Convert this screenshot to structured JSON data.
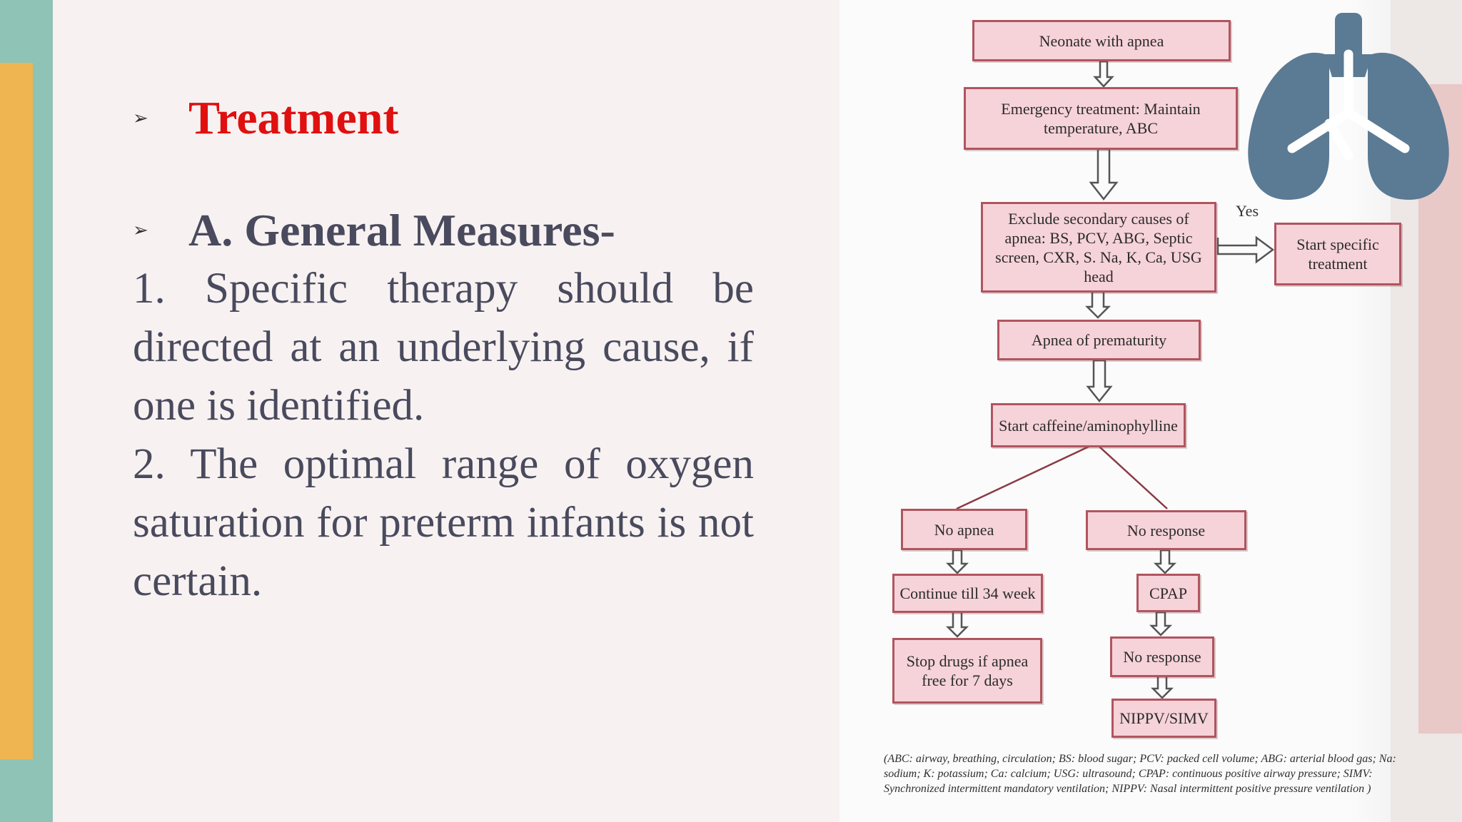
{
  "slide": {
    "heading": "Treatment",
    "subheading": "A. General Measures-",
    "paragraph_1": "1. Specific therapy should be directed at an underlying cause, if one is identified.",
    "paragraph_2": "2. The optimal range of oxygen saturation for preterm infants is not certain.",
    "bullet_glyph": "➢"
  },
  "flowchart": {
    "nodes": {
      "neonate": "Neonate with apnea",
      "emergency": "Emergency treatment: Maintain temperature, ABC",
      "exclude": "Exclude secondary causes of apnea: BS, PCV, ABG, Septic screen, CXR, S. Na, K, Ca, USG head",
      "specific": "Start specific treatment",
      "prematurity": "Apnea of prematurity",
      "caffeine": "Start caffeine/aminophylline",
      "no_apnea": "No apnea",
      "no_response_1": "No response",
      "continue": "Continue till 34 week",
      "cpap": "CPAP",
      "stop": "Stop drugs if apnea free for 7 days",
      "no_response_2": "No response",
      "nippv": "NIPPV/SIMV"
    },
    "yes_label": "Yes",
    "legend": "(ABC: airway, breathing, circulation; BS: blood sugar; PCV: packed cell volume; ABG: arterial blood gas; Na: sodium; K: potassium; Ca: calcium; USG: ultrasound; CPAP: continuous positive airway pressure; SIMV: Synchronized intermittent mandatory ventilation; NIPPV: Nasal intermittent positive pressure ventilation )"
  },
  "colors": {
    "heading_red": "#e01010",
    "text_dark": "#4a4a5e",
    "box_fill": "#f6d3d9",
    "box_border": "#b05560",
    "lungs_icon": "#5b7a94",
    "accent_teal": "#8fc3b6",
    "accent_orange": "#efb551",
    "accent_pink": "#e9c8c8"
  },
  "icons": {
    "decor": "lungs-icon"
  }
}
